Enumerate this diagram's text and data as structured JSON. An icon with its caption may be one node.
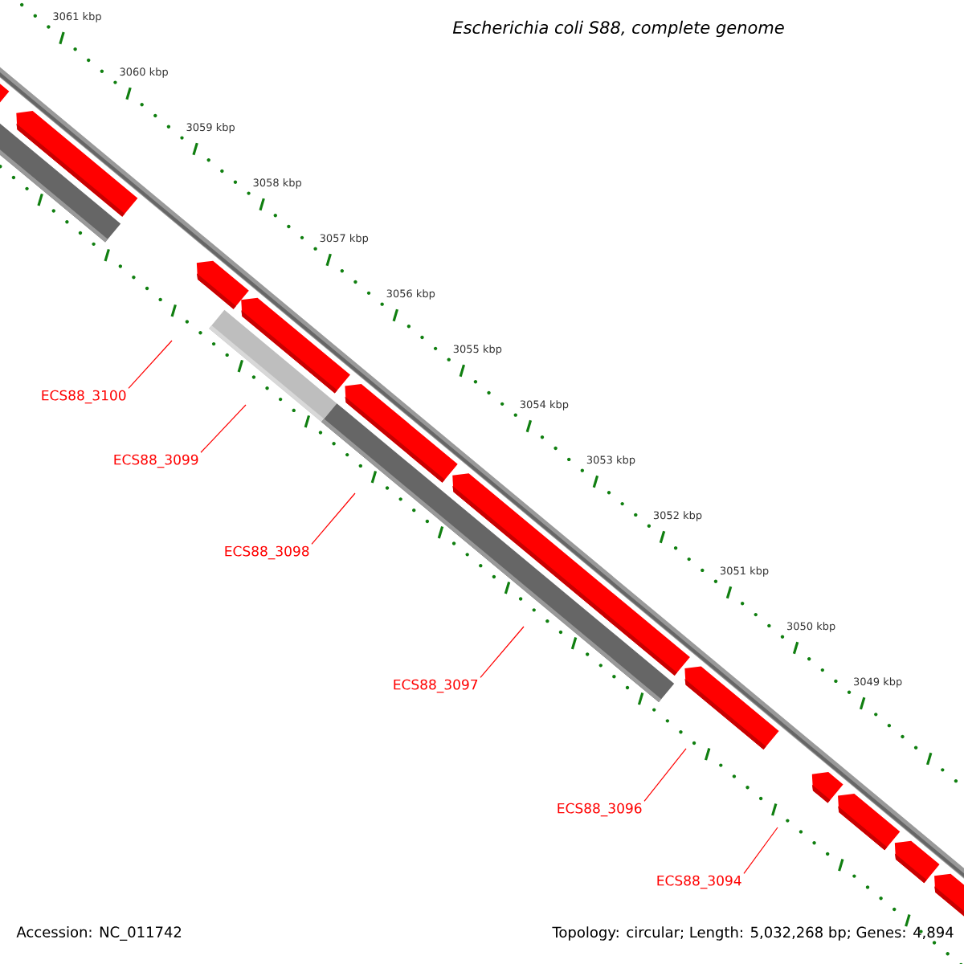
{
  "diagram": {
    "title": "Escherichia coli S88, complete genome",
    "nodes": [
      {
        "text": [],
        "shape": "pentagon"
      },
      {
        "text": [],
        "shape": "pentagon"
      },
      {
        "text": [],
        "shape": "bar"
      },
      {
        "text": [],
        "shape": "pentagon"
      },
      {
        "text": [],
        "shape": "pentagon"
      },
      {
        "text": [],
        "shape": "bar"
      },
      {
        "text": [],
        "shape": "pentagon"
      },
      {
        "text": [],
        "shape": "bar"
      },
      {
        "text": [],
        "shape": "pentagon"
      },
      {
        "text": [],
        "shape": "pentagon"
      },
      {
        "text": [],
        "shape": "pentagon"
      },
      {
        "text": [],
        "shape": "pentagon"
      },
      {
        "text": [],
        "shape": "pentagon"
      },
      {
        "text": [],
        "shape": "pentagon"
      },
      {
        "text": [
          "ECS88_3100"
        ]
      },
      {
        "text": [
          "ECS88_3099"
        ]
      },
      {
        "text": [
          "ECS88_3098"
        ]
      },
      {
        "text": [
          "ECS88_3097"
        ]
      },
      {
        "text": [
          "ECS88_3096"
        ]
      },
      {
        "text": [
          "ECS88_3094"
        ]
      }
    ],
    "edges": [
      {
        "from": 14,
        "to": null,
        "arrow": "none"
      },
      {
        "from": 15,
        "to": null,
        "arrow": "none"
      },
      {
        "from": 16,
        "to": null,
        "arrow": "none"
      },
      {
        "from": 17,
        "to": null,
        "arrow": "none"
      },
      {
        "from": 18,
        "to": null,
        "arrow": "none"
      },
      {
        "from": 19,
        "to": null,
        "arrow": "none"
      }
    ],
    "labels": [
      "3061 kbp",
      "3060 kbp",
      "3059 kbp",
      "3058 kbp",
      "3057 kbp",
      "3056 kbp",
      "3055 kbp",
      "3054 kbp",
      "3053 kbp",
      "3052 kbp",
      "3051 kbp",
      "3050 kbp",
      "3049 kbp",
      "Accession: NC_011742",
      "Topology: circular; Length: 5,032,268 bp; Genes: 4,894"
    ]
  }
}
